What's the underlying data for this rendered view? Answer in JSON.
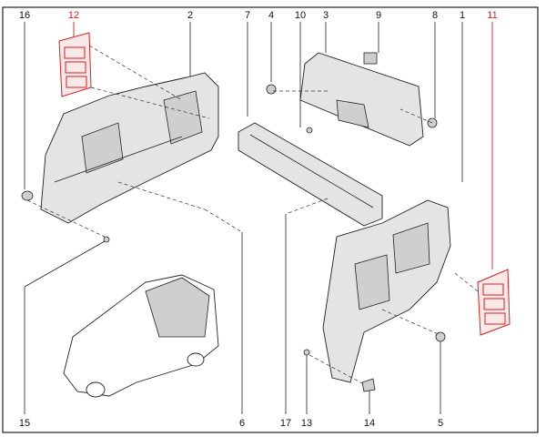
{
  "diagram": {
    "callouts_top": [
      {
        "id": "16",
        "color": "#111111"
      },
      {
        "id": "12",
        "color": "#d42020"
      },
      {
        "id": "2",
        "color": "#111111"
      },
      {
        "id": "7",
        "color": "#111111"
      },
      {
        "id": "4",
        "color": "#111111"
      },
      {
        "id": "10",
        "color": "#111111"
      },
      {
        "id": "3",
        "color": "#111111"
      },
      {
        "id": "9",
        "color": "#111111"
      },
      {
        "id": "8",
        "color": "#111111"
      },
      {
        "id": "1",
        "color": "#111111"
      },
      {
        "id": "11",
        "color": "#d42020"
      }
    ],
    "callouts_bottom": [
      {
        "id": "15"
      },
      {
        "id": "6"
      },
      {
        "id": "17"
      },
      {
        "id": "13"
      },
      {
        "id": "14"
      },
      {
        "id": "5"
      }
    ],
    "highlight_color": "#d42020"
  }
}
